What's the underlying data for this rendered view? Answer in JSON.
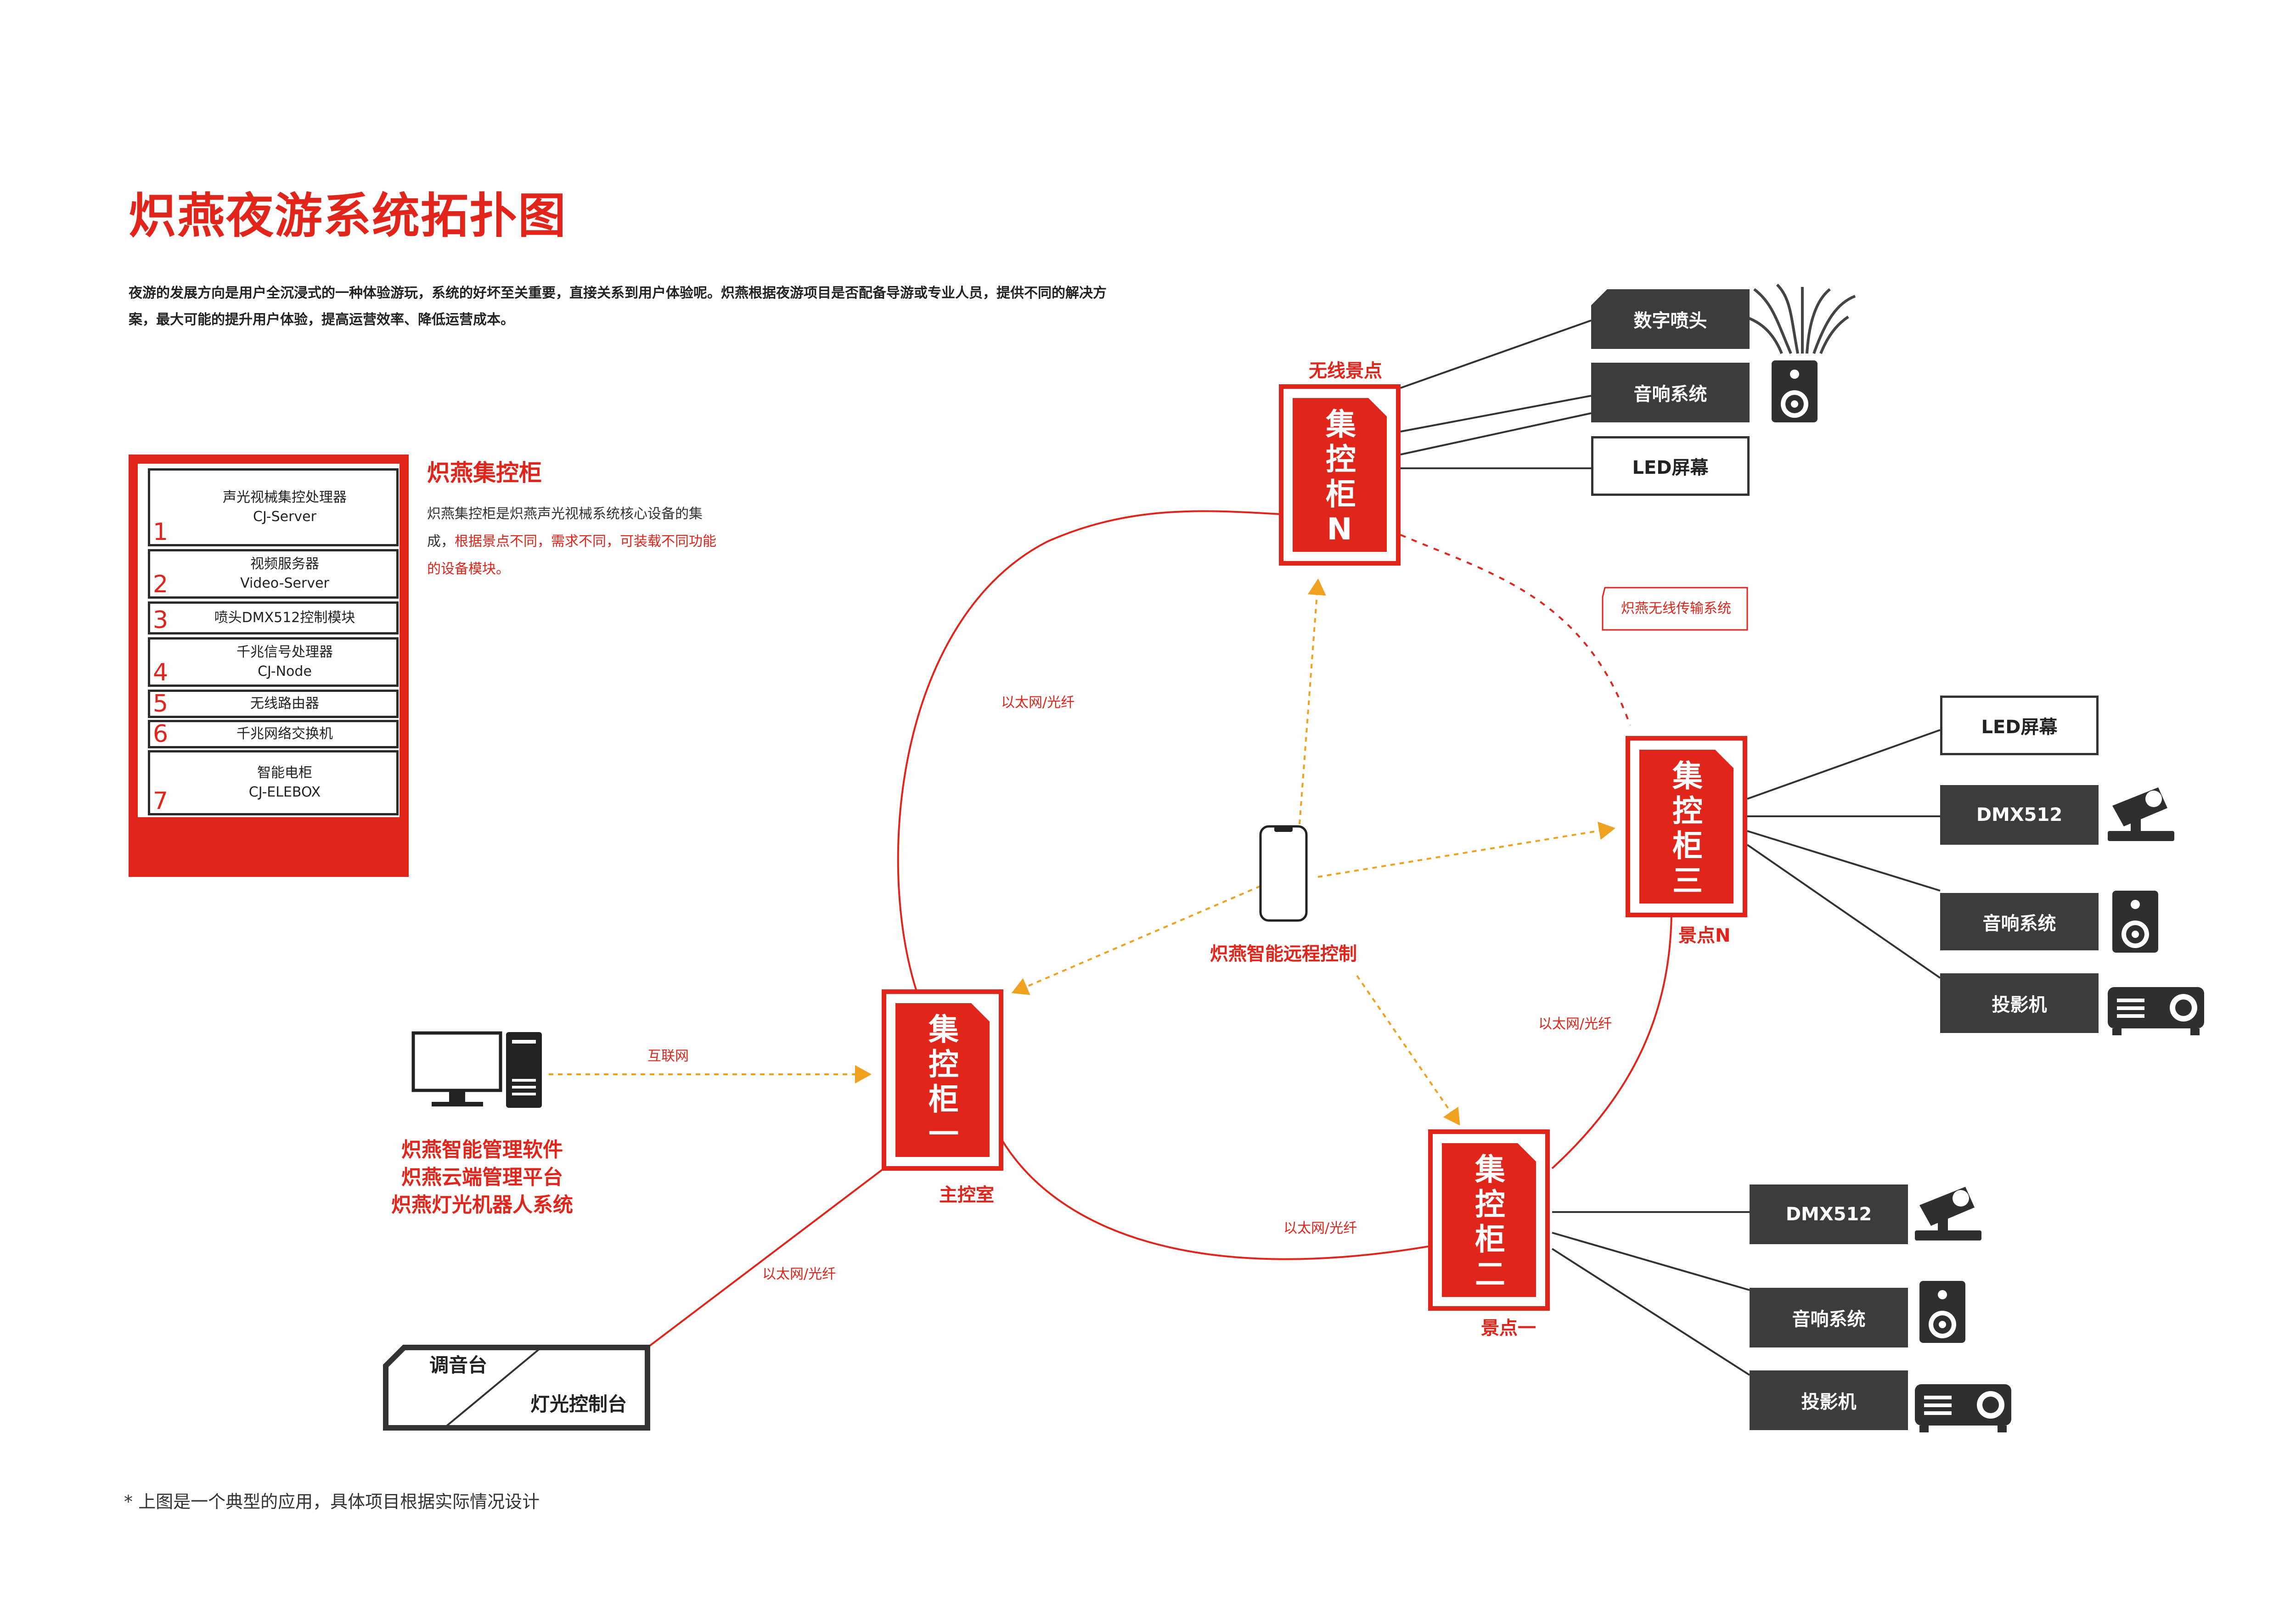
{
  "title": "炽燕夜游系统拓扑图",
  "intro": "夜游的发展方向是用户全沉浸式的一种体验游玩，系统的好坏至关重要，直接关系到用户体验呢。炽燕根据夜游项目是否配备导游或专业人员，提供不同的解决方案，最大可能的提升用户体验，提高运营效率、降低运营成本。",
  "footnote": "*  上图是一个典型的应用，具体项目根据实际情况设计",
  "colors": {
    "accent": "#e1251b",
    "dark": "#3c3c3c",
    "orange": "#f0a11e"
  },
  "cabinet_panel": {
    "title": "炽燕集控柜",
    "desc_plain": "炽燕集控柜是炽燕声光视械系统核心设备的集成，",
    "desc_red": "根据景点不同，需求不同，可装载不同功能的设备模块。",
    "modules": [
      {
        "num": "1",
        "line1": "声光视械集控处理器",
        "line2": "CJ-Server"
      },
      {
        "num": "2",
        "line1": "视频服务器",
        "line2": "Video-Server"
      },
      {
        "num": "3",
        "line1": "喷头DMX512控制模块",
        "line2": ""
      },
      {
        "num": "4",
        "line1": "千兆信号处理器",
        "line2": "CJ-Node"
      },
      {
        "num": "5",
        "line1": "无线路由器",
        "line2": ""
      },
      {
        "num": "6",
        "line1": "千兆网络交换机",
        "line2": ""
      },
      {
        "num": "7",
        "line1": "智能电柜",
        "line2": "CJ-ELEBOX"
      }
    ]
  },
  "cabinets": {
    "c1": {
      "label": "集控柜一",
      "caption": "主控室"
    },
    "c2": {
      "label": "集控柜二",
      "caption": "景点一"
    },
    "c3": {
      "label": "集控柜三",
      "caption": "景点N"
    },
    "cN": {
      "label": "集控柜N",
      "caption": "无线景点"
    }
  },
  "links": {
    "eth": "以太网/光纤",
    "internet": "互联网",
    "wireless": "炽燕无线传输系统"
  },
  "remote_label": "炽燕智能远程控制",
  "software_labels": [
    "炽燕智能管理软件",
    "炽燕云端管理平台",
    "炽燕灯光机器人系统"
  ],
  "console": {
    "left": "调音台",
    "right": "灯光控制台"
  },
  "devices": {
    "cN": [
      "数字喷头",
      "音响系统",
      "LED屏幕"
    ],
    "c3": [
      "LED屏幕",
      "DMX512",
      "音响系统",
      "投影机"
    ],
    "c2": [
      "DMX512",
      "音响系统",
      "投影机"
    ]
  },
  "icons": [
    "fountain-icon",
    "speaker-icon",
    "moving-head-icon",
    "projector-icon",
    "smartphone-icon",
    "computer-icon"
  ]
}
